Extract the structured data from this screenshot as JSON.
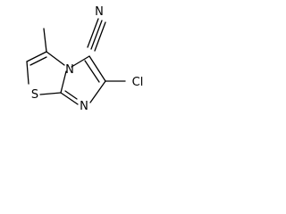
{
  "molecule": {
    "atoms": {
      "nitrile_n": "N",
      "ring_n": "N",
      "imine_n": "N",
      "sulfur": "S",
      "chlorine": "Cl"
    }
  },
  "colors": {
    "bond": "#000000",
    "label": "#000000",
    "background": "#ffffff"
  }
}
